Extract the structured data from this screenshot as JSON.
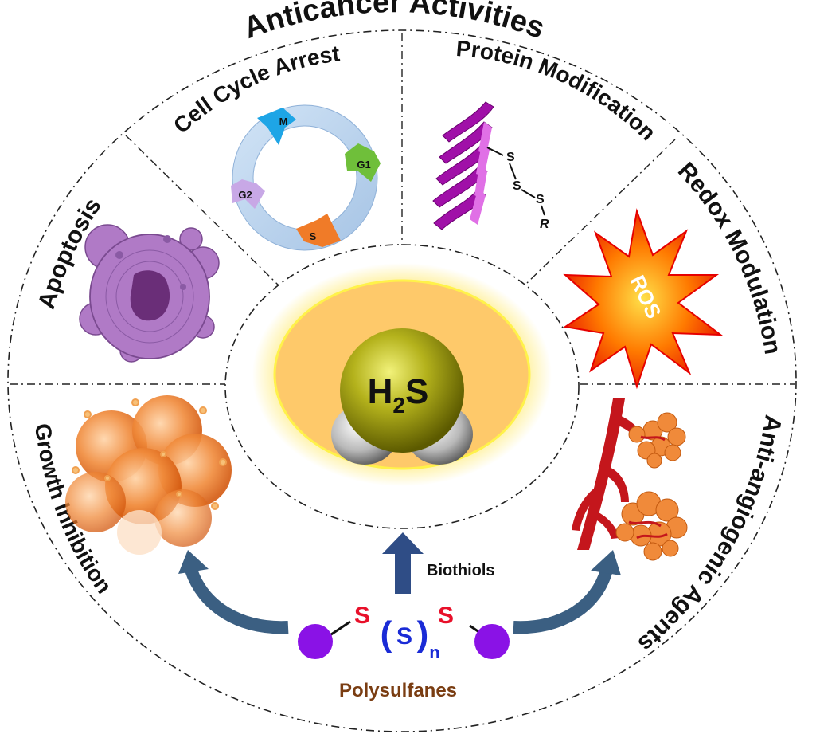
{
  "title": "Anticancer Activities",
  "sectors": {
    "cell_cycle_arrest": "Cell Cycle Arrest",
    "protein_modification": "Protein Modification",
    "redox_modulation": "Redox Modulation",
    "apoptosis": "Apoptosis",
    "growth_inhibition": "Growth Inhibition",
    "anti_angiogenic": "Anti-angiogenic Agents"
  },
  "cell_cycle_phases": {
    "m": "M",
    "g1": "G1",
    "s": "S",
    "g2": "G2"
  },
  "protein_chain": {
    "s1": "S",
    "s2": "S",
    "s3": "S",
    "r": "R"
  },
  "ros_label": "ROS",
  "center": {
    "molecule_main": "H",
    "molecule_sub": "2",
    "molecule_tail": "S"
  },
  "biothiols_label": "Biothiols",
  "polysulfane": {
    "s_left": "S",
    "s_mid": "S",
    "s_right": "S",
    "paren_open": "(",
    "paren_close": ")",
    "subscript": "n"
  },
  "polysulfanes_label": "Polysulfanes",
  "colors": {
    "title": "#111111",
    "sulfur_red": "#e8102a",
    "paren_blue": "#1a2bd6",
    "polysulfanes_brown": "#7a3d12",
    "arrow_blue": "#2f4d73",
    "atom_purple": "#8a12e6",
    "apoptosis_purple": "#b07ac6",
    "helix_magenta": "#a010a8",
    "vessel_red": "#c4161c",
    "ros_orange": "#ff5a00"
  }
}
